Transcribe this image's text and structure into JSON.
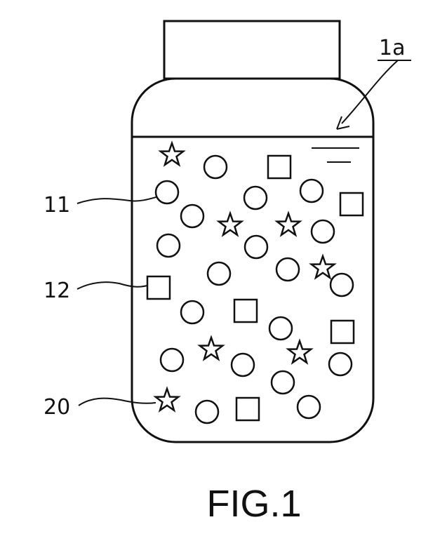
{
  "diagram": {
    "reference_labels": {
      "container": "1a",
      "circle_particles": "11",
      "square_particles": "12",
      "star_particles": "20"
    },
    "caption": "FIG.1"
  }
}
